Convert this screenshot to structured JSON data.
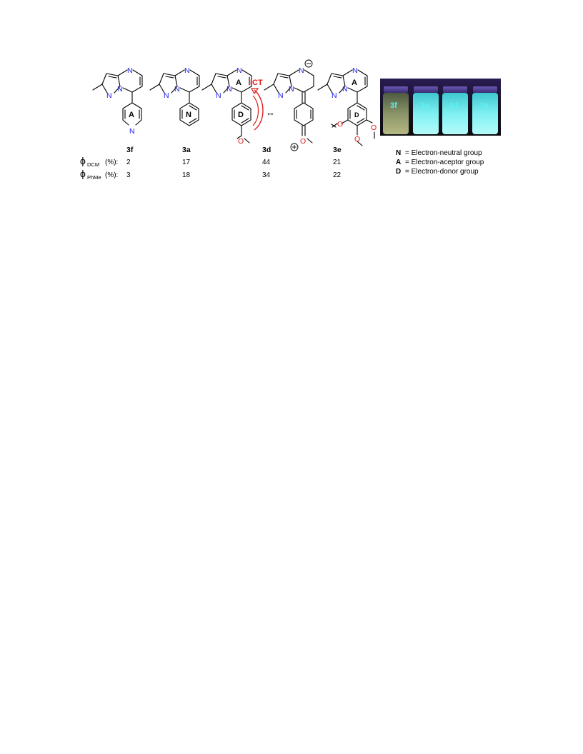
{
  "compounds": [
    {
      "id": "3f",
      "ring_label": "A",
      "phi_dcm": "2",
      "phi_phme": "3"
    },
    {
      "id": "3a",
      "ring_label": "N",
      "phi_dcm": "17",
      "phi_phme": "18"
    },
    {
      "id": "3d",
      "ring_label_core": "A",
      "ring_label_aryl": "D",
      "phi_dcm": "44",
      "phi_phme": "34"
    },
    {
      "id": "3e",
      "ring_label_core": "A",
      "ring_label_aryl": "D",
      "phi_dcm": "21",
      "phi_phme": "22"
    }
  ],
  "atoms": {
    "nitrogen": "N",
    "oxygen": "O"
  },
  "ict_label": "ICT",
  "resonance_arrow": "↔",
  "row_labels": {
    "phi_symbol": "ϕ",
    "dcm_sub": "DCM",
    "phme_sub": "PhMe",
    "suffix": "(%):"
  },
  "vials": [
    "3f",
    "3a",
    "3d",
    "3e"
  ],
  "legend": [
    {
      "key": "N",
      "text": "= Electron-neutral group"
    },
    {
      "key": "A",
      "text": "= Electron-aceptor group"
    },
    {
      "key": "D",
      "text": "= Electron-donor group"
    }
  ],
  "colors": {
    "nitrogen": "#1a1ae6",
    "oxygen": "#e01b1b",
    "ict_arrow": "#e01b1b",
    "vial_glow": "#5ef0f4",
    "photo_bg": "#1a1530"
  }
}
